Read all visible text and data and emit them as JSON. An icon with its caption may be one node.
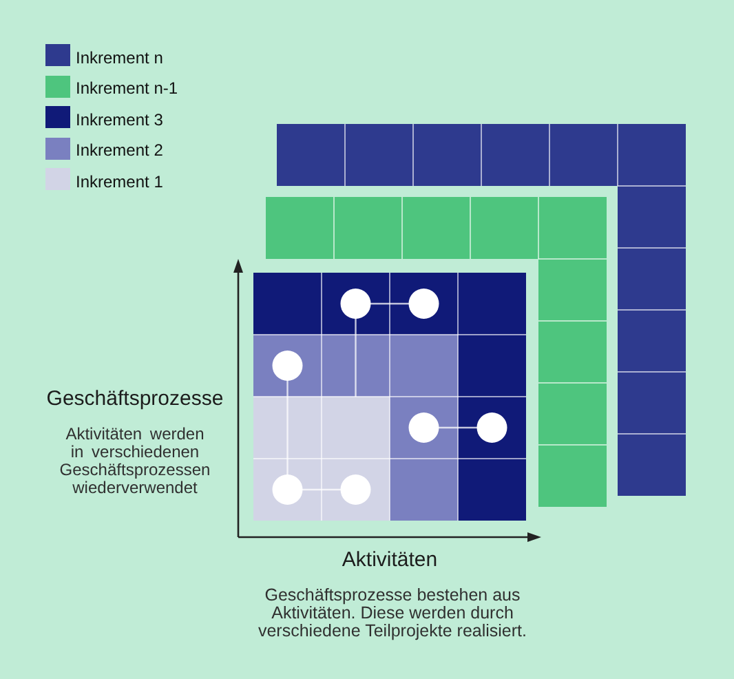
{
  "diagram": {
    "labels": [
      "Geschäftsprozesse",
      "Aktivitäten werden in verschiedenen Geschäftsprozessen wiederverwendet",
      "Aktivitäten",
      "Geschäftsprozesse bestehen aus Aktivitäten. Diese werden durch verschiedene Teilprojekte realisiert."
    ],
    "legend": [
      {
        "text": "Inkrement n",
        "color": "#2e3a8e"
      },
      {
        "text": "Inkrement n-1",
        "color": "#4ec57e"
      },
      {
        "text": "Inkrement 3",
        "color": "#101a78"
      },
      {
        "text": "Inkrement 2",
        "color": "#7a80c0"
      },
      {
        "text": "Inkrement 1",
        "color": "#d2d4e6"
      }
    ]
  }
}
